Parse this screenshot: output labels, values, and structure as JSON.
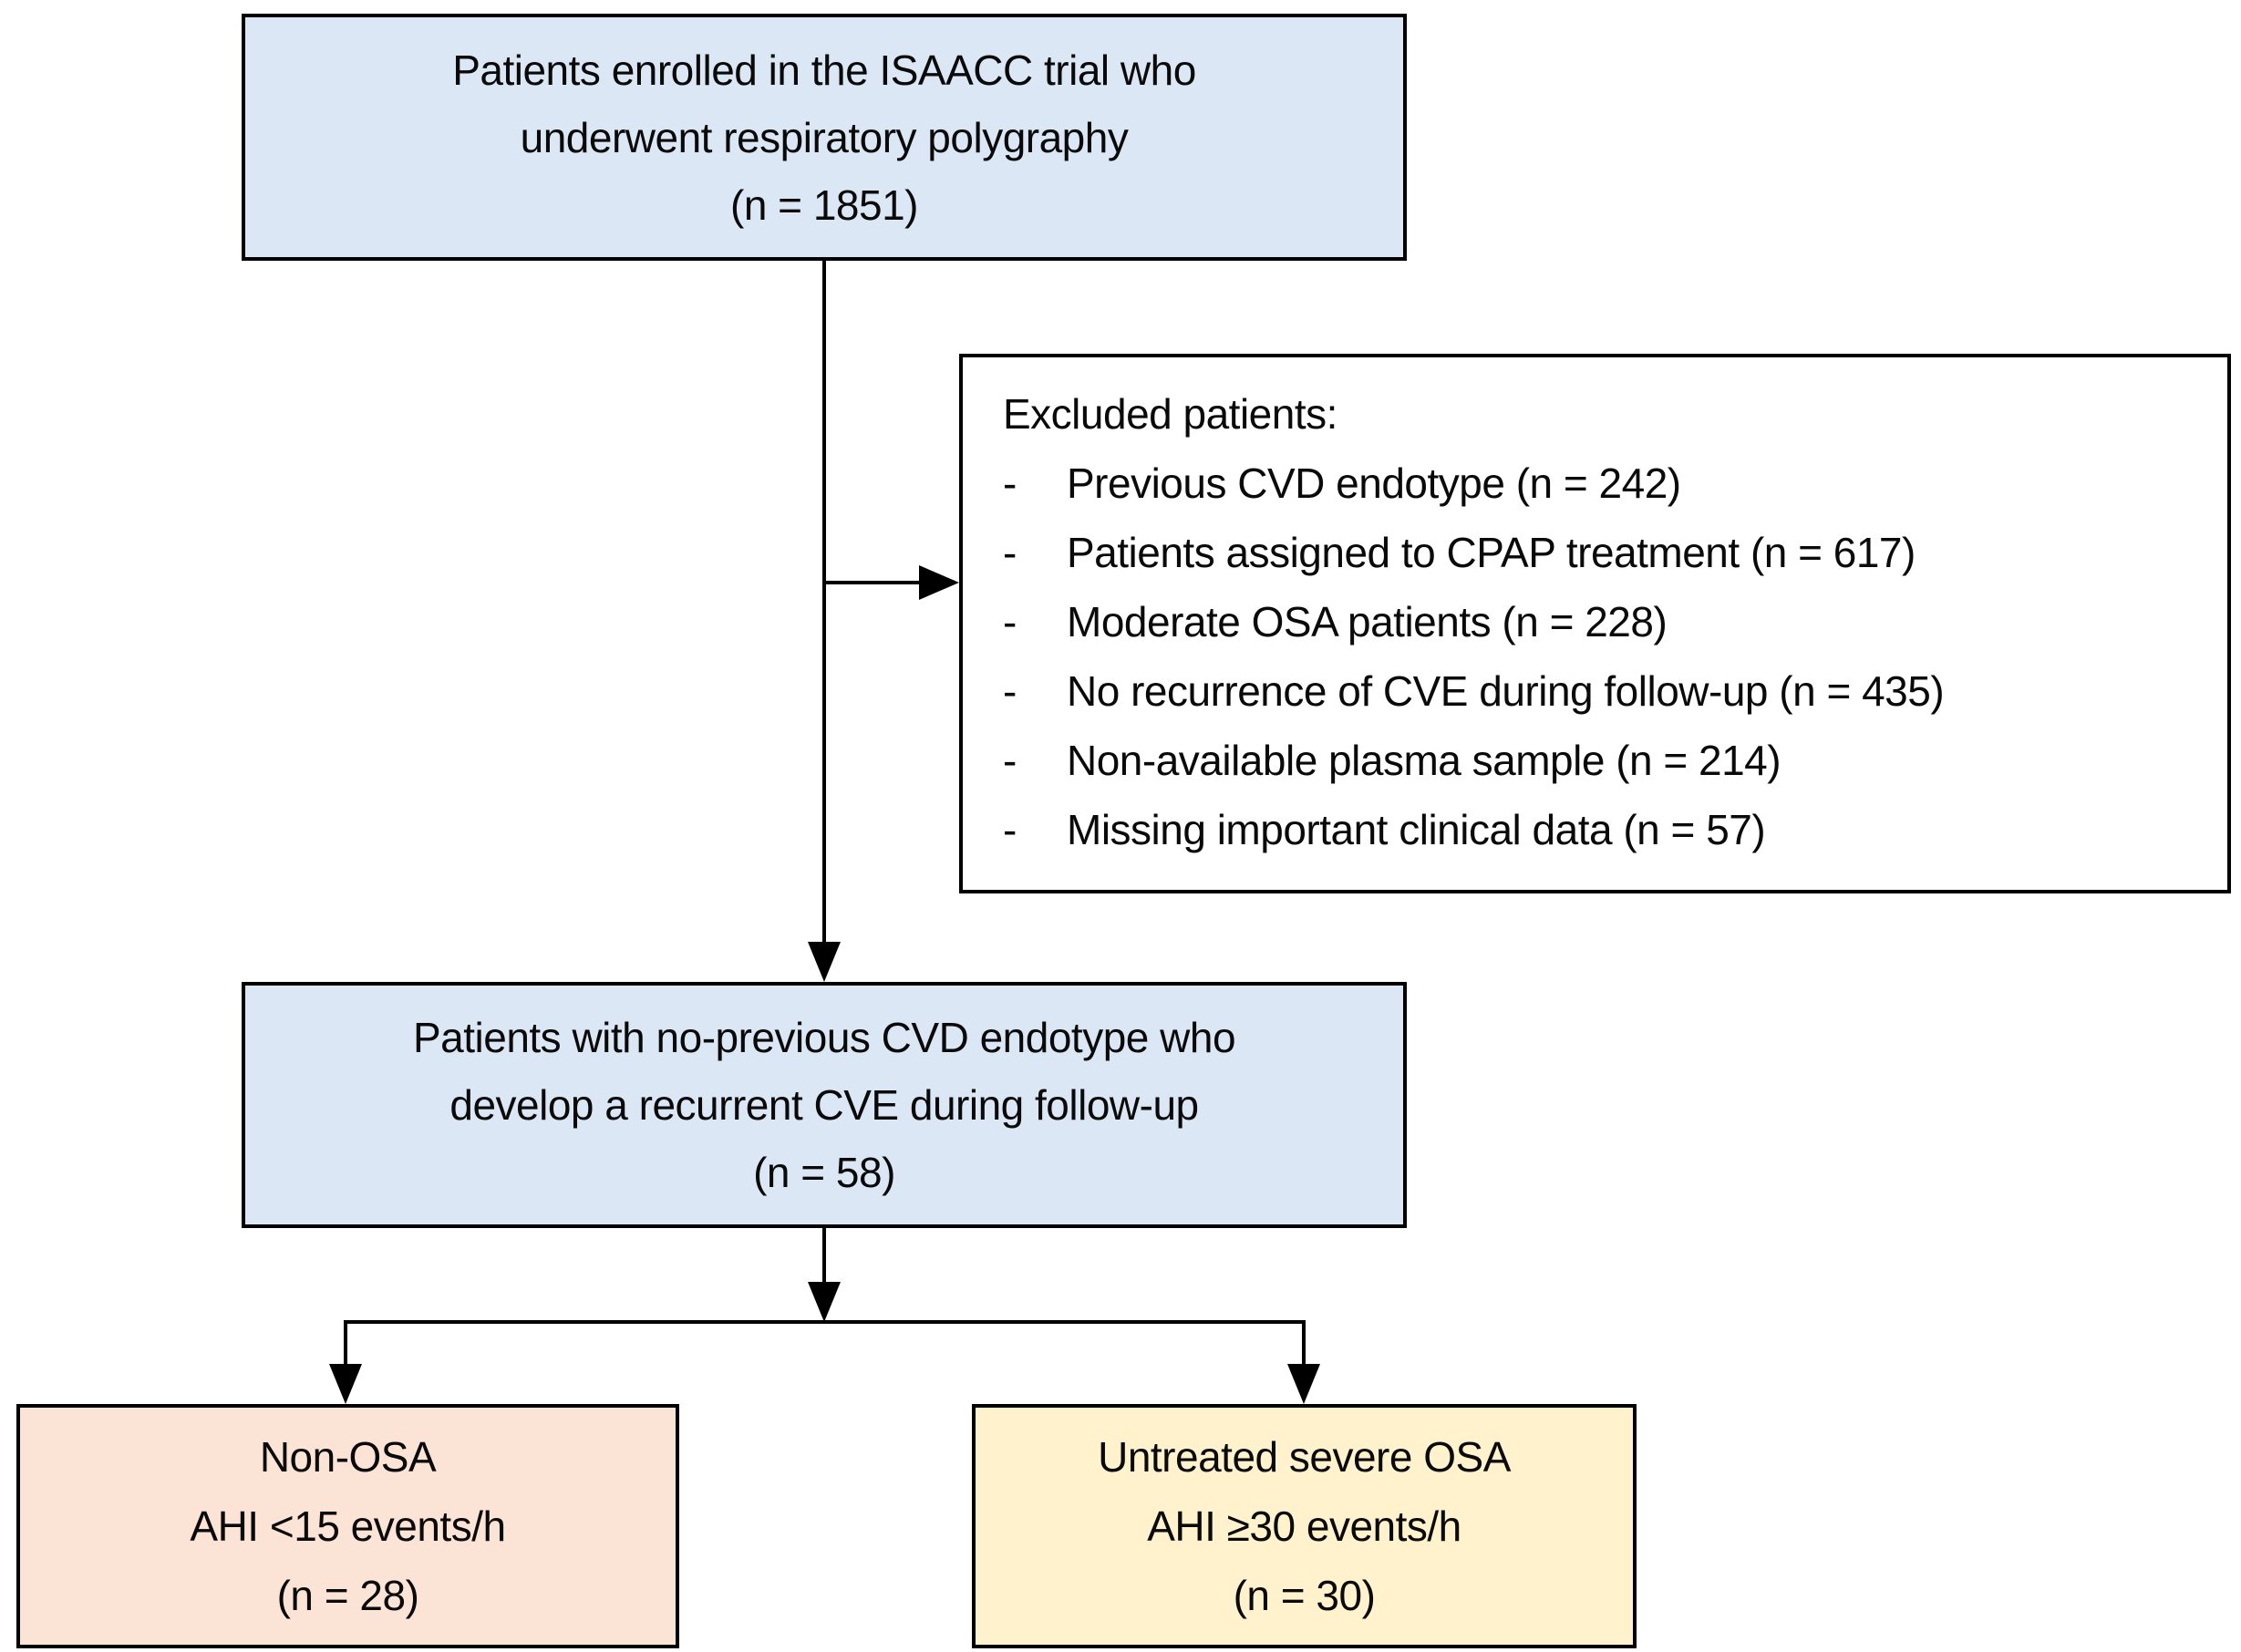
{
  "diagram": {
    "type": "patient-flow-diagram",
    "boxes": {
      "enrolled": {
        "lines": [
          "Patients enrolled in the ISAACC trial who",
          "underwent respiratory polygraphy",
          "(n = 1851)"
        ],
        "n": 1851,
        "bg": "#dbe7f4"
      },
      "excluded": {
        "title": "Excluded patients:",
        "bullet": "-",
        "items": [
          "Previous CVD endotype (n = 242)",
          "Patients assigned to CPAP treatment (n = 617)",
          "Moderate OSA patients (n = 228)",
          "No recurrence of CVE during follow-up (n = 435)",
          "Non-available plasma sample (n = 214)",
          "Missing important clinical data (n = 57)"
        ],
        "item_counts": [
          242,
          617,
          228,
          435,
          214,
          57
        ],
        "bg": "#ffffff"
      },
      "recurrent": {
        "lines": [
          "Patients with no-previous CVD endotype who",
          "develop a recurrent CVE during follow-up",
          "(n = 58)"
        ],
        "n": 58,
        "bg": "#dbe7f4"
      },
      "non_osa": {
        "lines": [
          "Non-OSA",
          "AHI <15 events/h",
          "(n = 28)"
        ],
        "n": 28,
        "bg": "#fbe4d5"
      },
      "severe_osa": {
        "lines": [
          "Untreated severe OSA",
          "AHI ≥30 events/h",
          "(n = 30)"
        ],
        "n": 30,
        "bg": "#fff2cc"
      }
    },
    "colors": {
      "box_blue": "#dbe7f4",
      "box_pink": "#fbe4d5",
      "box_yellow": "#fff2cc",
      "box_white": "#ffffff",
      "border": "#000000",
      "line": "#000000",
      "text": "#0a0a0a",
      "background": "#ffffff"
    }
  }
}
